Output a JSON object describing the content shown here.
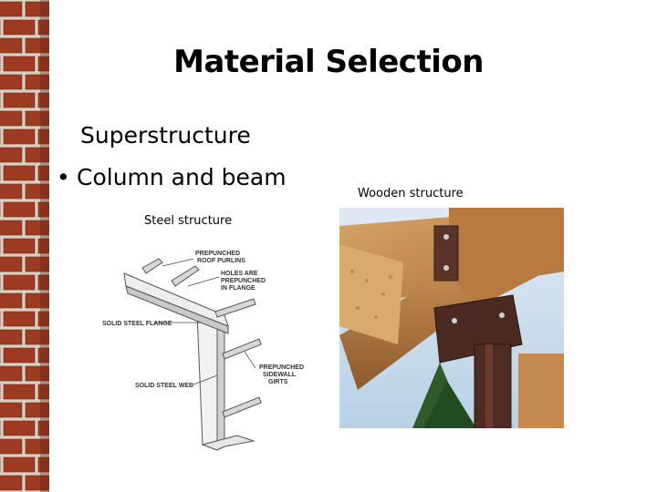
{
  "slide": {
    "title": "Material Selection",
    "subheading": "Superstructure",
    "bullets": [
      "Column and beam"
    ]
  },
  "figures": {
    "steel": {
      "caption": "Steel structure",
      "labels": {
        "purlins_1": "PREPUNCHED",
        "purlins_2": "ROOF PURLINS",
        "holes_1": "HOLES ARE",
        "holes_2": "PREPUNCHED",
        "holes_3": "IN FLANGE",
        "flange": "SOLID STEEL FLANGE",
        "girts_1": "PREPUNCHED",
        "girts_2": "SIDEWALL",
        "girts_3": "GIRTS",
        "web": "SOLID STEEL WEB"
      }
    },
    "wood": {
      "caption": "Wooden structure"
    }
  },
  "colors": {
    "brick": "#9c3a22",
    "mortar": "#d8cfc2",
    "wood": "#c8955a",
    "steel_plate": "#4a2a22",
    "sky": "#cfe3f2"
  }
}
